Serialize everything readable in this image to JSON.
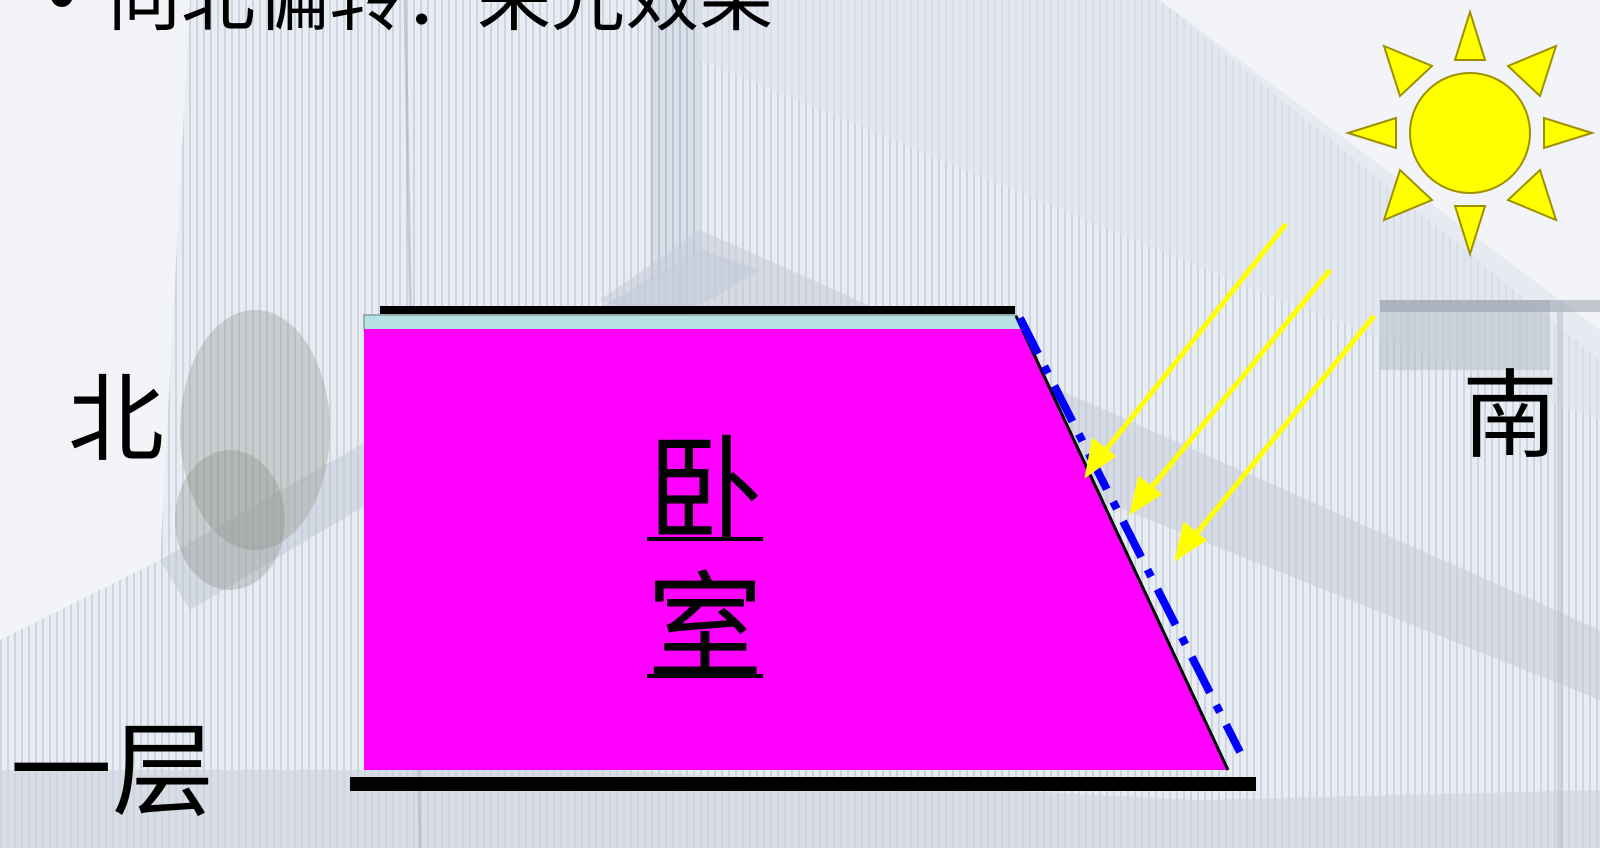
{
  "slide": {
    "title": "• 向北偏转：采光效果",
    "labels": {
      "north": "北",
      "south": "南",
      "floor": "一层"
    },
    "room": {
      "char_1": "卧",
      "char_2": "室"
    }
  },
  "icons": [
    "sun-icon"
  ],
  "colors": {
    "room_fill": "#ff00ff",
    "ceiling_strip": "#b9e2e6",
    "sun_fill": "#ffff00",
    "sun_stroke": "#9d9000",
    "ray": "#ffff00",
    "dash_line": "#0000ff",
    "floor_line": "#000000"
  }
}
